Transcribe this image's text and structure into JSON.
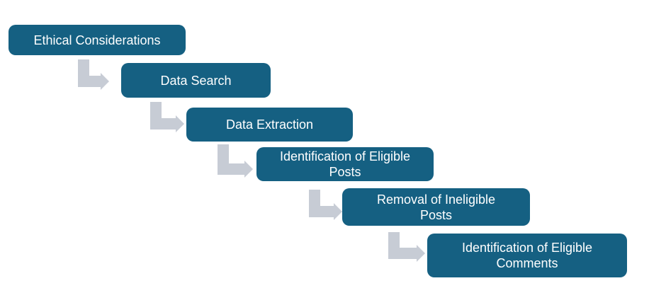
{
  "diagram": {
    "type": "step-down-process",
    "colors": {
      "box_fill": "#156082",
      "box_text": "#FFFFFF",
      "arrow": "#C7CCD5",
      "background": "#FFFFFF"
    },
    "steps": [
      {
        "id": 1,
        "label": "Ethical Considerations"
      },
      {
        "id": 2,
        "label": "Data Search"
      },
      {
        "id": 3,
        "label": "Data Extraction"
      },
      {
        "id": 4,
        "label": "Identification of Eligible\nPosts"
      },
      {
        "id": 5,
        "label": "Removal of Ineligible\nPosts"
      },
      {
        "id": 6,
        "label": "Identification of Eligible\nComments"
      }
    ],
    "connectors": [
      {
        "from": 1,
        "to": 2,
        "shape": "elbow-down-right-arrow"
      },
      {
        "from": 2,
        "to": 3,
        "shape": "elbow-down-right-arrow"
      },
      {
        "from": 3,
        "to": 4,
        "shape": "elbow-down-right-arrow"
      },
      {
        "from": 4,
        "to": 5,
        "shape": "elbow-down-right-arrow"
      },
      {
        "from": 5,
        "to": 6,
        "shape": "elbow-down-right-arrow"
      }
    ]
  }
}
